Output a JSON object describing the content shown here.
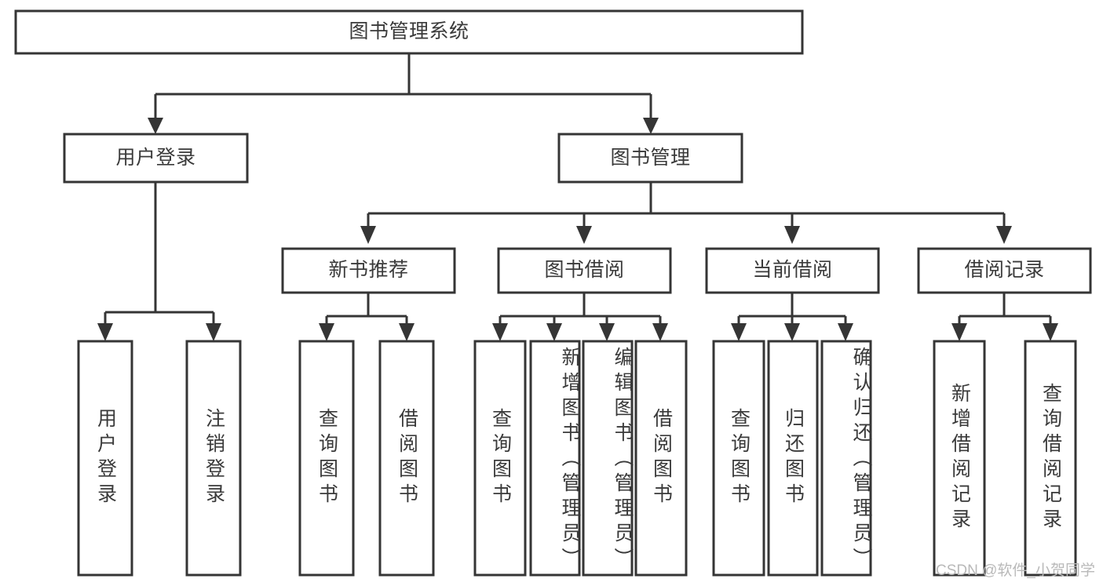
{
  "diagram": {
    "type": "tree",
    "title": "图书管理系统",
    "watermark": "CSDN @软件_小贺同学",
    "colors": {
      "stroke": "#353535",
      "fill": "#ffffff",
      "text": "#3a3a3a",
      "watermark": "#b9b9b9"
    },
    "levels": {
      "root": {
        "label": "图书管理系统"
      },
      "level2": [
        {
          "id": "user-login",
          "label": "用户登录"
        },
        {
          "id": "book-management",
          "label": "图书管理"
        }
      ],
      "level3": [
        {
          "id": "new-book-recommend",
          "label": "新书推荐"
        },
        {
          "id": "book-borrow",
          "label": "图书借阅"
        },
        {
          "id": "current-borrow",
          "label": "当前借阅"
        },
        {
          "id": "borrow-record",
          "label": "借阅记录"
        }
      ],
      "leaves": [
        {
          "id": "leaf-user-login",
          "label": "用户登录",
          "parent": "user-login"
        },
        {
          "id": "leaf-logout-login",
          "label": "注销登录",
          "parent": "user-login"
        },
        {
          "id": "leaf-query-book-1",
          "label": "查询图书",
          "parent": "new-book-recommend"
        },
        {
          "id": "leaf-borrow-book-1",
          "label": "借阅图书",
          "parent": "new-book-recommend"
        },
        {
          "id": "leaf-query-book-2",
          "label": "查询图书",
          "parent": "book-borrow"
        },
        {
          "id": "leaf-add-book",
          "label": "新增图书（管理员）",
          "parent": "book-borrow"
        },
        {
          "id": "leaf-edit-book",
          "label": "编辑图书（管理员）",
          "parent": "book-borrow"
        },
        {
          "id": "leaf-borrow-book-2",
          "label": "借阅图书",
          "parent": "book-borrow"
        },
        {
          "id": "leaf-query-book-3",
          "label": "查询图书",
          "parent": "current-borrow"
        },
        {
          "id": "leaf-return-book",
          "label": "归还图书",
          "parent": "current-borrow"
        },
        {
          "id": "leaf-confirm-return",
          "label": "确认归还（管理员）",
          "parent": "current-borrow"
        },
        {
          "id": "leaf-add-record",
          "label": "新增借阅记录",
          "parent": "borrow-record"
        },
        {
          "id": "leaf-query-record",
          "label": "查询借阅记录",
          "parent": "borrow-record"
        }
      ]
    }
  }
}
